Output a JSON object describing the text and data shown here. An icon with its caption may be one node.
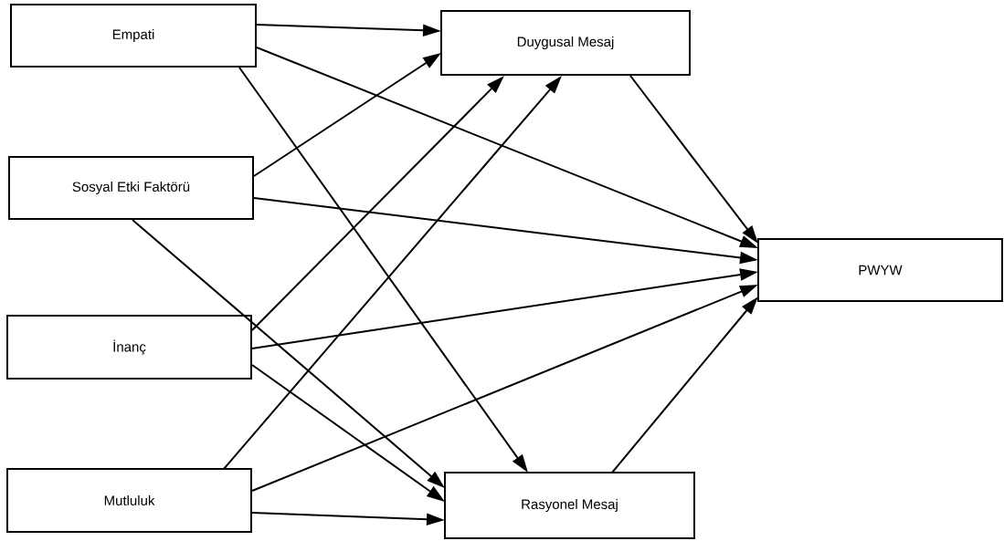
{
  "diagram": {
    "nodes": [
      {
        "text": [
          "Empati"
        ]
      },
      {
        "text": [
          "Sosyal Etki Faktörü"
        ]
      },
      {
        "text": [
          "İnanç"
        ]
      },
      {
        "text": [
          "Mutluluk"
        ]
      },
      {
        "text": [
          "Duygusal Mesaj"
        ]
      },
      {
        "text": [
          "Rasyonel Mesaj"
        ]
      },
      {
        "text": [
          "PWYW"
        ]
      }
    ],
    "edges": [
      {
        "from": 0,
        "to": 4,
        "arrow": "to"
      },
      {
        "from": 0,
        "to": 6,
        "arrow": "to"
      },
      {
        "from": 0,
        "to": 5,
        "arrow": "to"
      },
      {
        "from": 1,
        "to": 4,
        "arrow": "to"
      },
      {
        "from": 1,
        "to": 6,
        "arrow": "to"
      },
      {
        "from": 1,
        "to": 5,
        "arrow": "to"
      },
      {
        "from": 2,
        "to": 4,
        "arrow": "to"
      },
      {
        "from": 2,
        "to": 6,
        "arrow": "to"
      },
      {
        "from": 2,
        "to": 5,
        "arrow": "to"
      },
      {
        "from": 3,
        "to": 4,
        "arrow": "to"
      },
      {
        "from": 3,
        "to": 6,
        "arrow": "to"
      },
      {
        "from": 3,
        "to": 5,
        "arrow": "to"
      },
      {
        "from": 4,
        "to": 6,
        "arrow": "to"
      },
      {
        "from": 5,
        "to": 6,
        "arrow": "to"
      }
    ]
  }
}
